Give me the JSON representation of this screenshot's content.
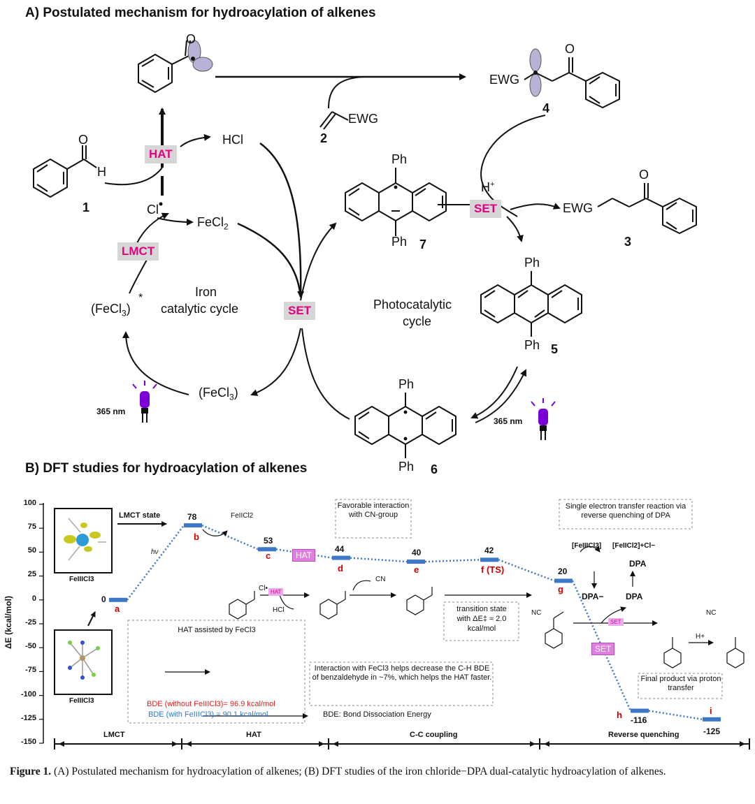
{
  "panelA": {
    "title": "A) Postulated mechanism for hydroacylation of alkenes",
    "compounds": {
      "aldehyde_H": "H",
      "aldehyde_O": "O",
      "num1": "1",
      "num2": "2",
      "num3": "3",
      "num4": "4",
      "num5": "5",
      "num6": "6",
      "num7": "7",
      "ewg": "EWG",
      "ewg2": "EWG",
      "ewg3": "EWG",
      "ketone_O": "O",
      "ketone_O2": "O",
      "acyl_O": "O",
      "ph": "Ph"
    },
    "species": {
      "hcl": "HCl",
      "cl_radical": "Cl",
      "fecl2": "FeCl",
      "fecl2_sub": "2",
      "fecl3_star": "(FeCl",
      "fecl3_star_sub": "3",
      "fecl3_star_close": ")",
      "star": "*",
      "fecl3": "(FeCl",
      "fecl3_sub": "3",
      "fecl3_close": ")",
      "h_plus": "H",
      "plus": "+"
    },
    "tags": {
      "hat": "HAT",
      "lmct": "LMCT",
      "set1": "SET",
      "set2": "SET"
    },
    "cycles": {
      "iron_line1": "Iron",
      "iron_line2": "catalytic cycle",
      "photo_line1": "Photocatalytic",
      "photo_line2": "cycle"
    },
    "wavelength1": "365 nm",
    "wavelength2": "365 nm",
    "lamp_color": "#7b00d6",
    "tag_color": "#e4007f"
  },
  "panelB": {
    "title": "B) DFT studies for hydroacylation of alkenes",
    "ylabel": "ΔE (kcal/mol)",
    "yticks": [
      "100",
      "75",
      "50",
      "25",
      "0",
      "-25",
      "-50",
      "-75",
      "-100",
      "-125",
      "-150"
    ],
    "lmct_state": "LMCT state",
    "hv": "hν",
    "fe3cl3_top": "FeIIICl3",
    "fe3cl3_bottom": "FeIIICl3",
    "fe2cl2": "FeIICl2",
    "favorable": "Favorable interaction with CN-group",
    "set_box": "Single electron transfer reaction via reverse quenching of DPA",
    "ts_box_line1": "transition state",
    "ts_box_line2": "with ΔE‡ ≈ 2.0",
    "ts_box_line3": "kcal/mol",
    "hat_box_title": "HAT assisted by FeCl3",
    "bde_without": "BDE (without FeIIICl3)= 96.9 kcal/mol",
    "bde_with": "BDE (with FeIIICl3) = 90.1 kcal/mol",
    "interaction_note": "Interaction with FeCl3 helps decrease the C-H BDE of benzaldehyde in ~7%, which helps the HAT faster.",
    "bde_def": "BDE: Bond Dissociation Energy",
    "final_box": "Final product via proton transfer",
    "cl_rad": "Cl•",
    "hcl": "HCl",
    "hat_tag": "HAT",
    "set_tag": "SET",
    "set_tag_small": "SET",
    "hat_tag_small": "HAT",
    "cn": "CN",
    "nc": "NC",
    "nc2": "NC",
    "h_plus": "H+",
    "fe3cl3_bracket": "[FeIIICl3]",
    "fe2cl2_bracket": "[FeIICl2]+Cl−",
    "dpa": "DPA",
    "dpa_minus": "DPA−",
    "dpa2": "DPA",
    "phases": [
      "LMCT",
      "HAT",
      "C-C coupling",
      "Reverse quenching"
    ],
    "tag_purple": "#e07fe0",
    "level_color": "#3d78c8",
    "letter_color": "#d00000"
  },
  "chart_data": {
    "type": "line",
    "title": "",
    "xlabel": "",
    "ylabel": "ΔE (kcal/mol)",
    "ylim": [
      -150,
      100
    ],
    "yticks": [
      100,
      75,
      50,
      25,
      0,
      -25,
      -50,
      -75,
      -100,
      -125,
      -150
    ],
    "points": [
      {
        "id": "a",
        "value": 0
      },
      {
        "id": "b",
        "value": 78
      },
      {
        "id": "c",
        "value": 53
      },
      {
        "id": "d",
        "value": 44
      },
      {
        "id": "e",
        "value": 40
      },
      {
        "id": "f (TS)",
        "value": 42
      },
      {
        "id": "g",
        "value": 20
      },
      {
        "id": "h",
        "value": -116
      },
      {
        "id": "i",
        "value": -125
      }
    ],
    "labels": [
      "0",
      "78",
      "53",
      "44",
      "40",
      "42",
      "20",
      "-116",
      "-125"
    ]
  },
  "caption": {
    "fig": "Figure 1.",
    "text": "(A) Postulated mechanism for hydroacylation of alkenes; (B) DFT studies of the iron chloride−DPA dual-catalytic hydroacylation of alkenes."
  }
}
